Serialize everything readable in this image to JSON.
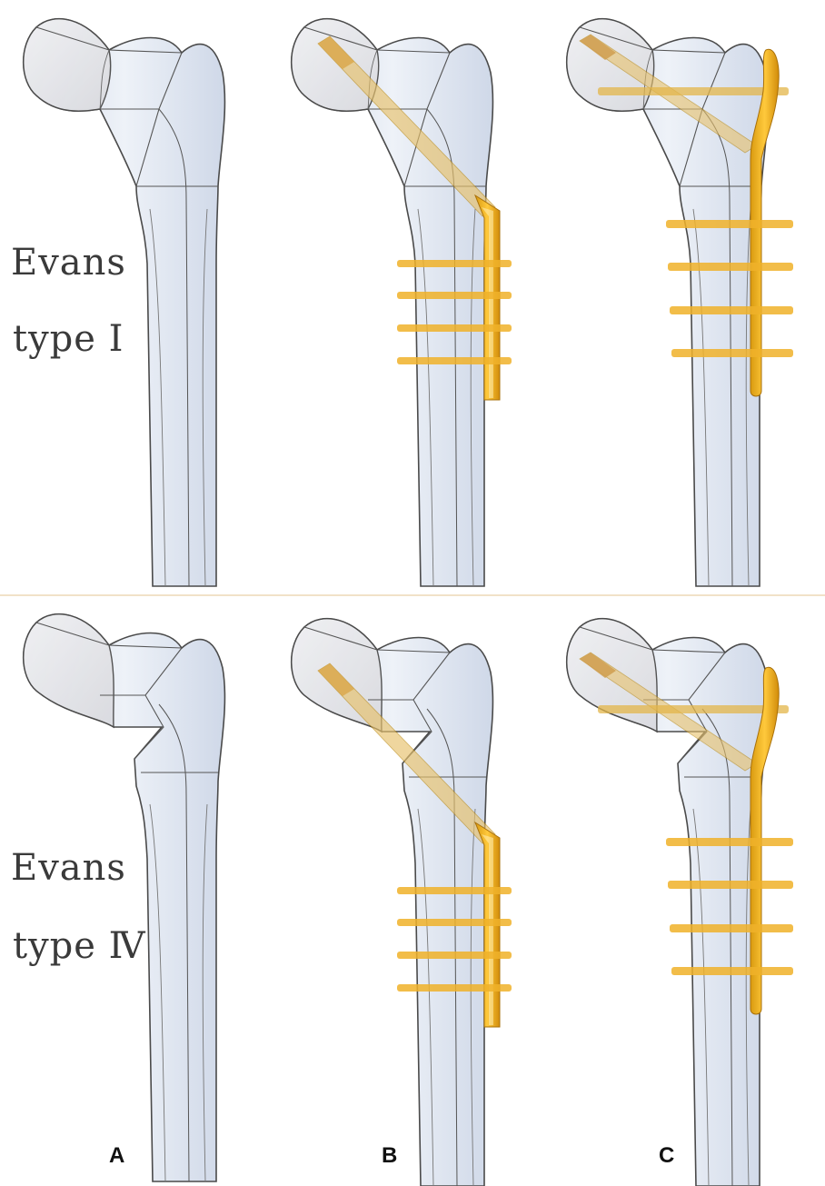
{
  "rows": [
    {
      "line1": "Evans",
      "line2": "type Ⅰ"
    },
    {
      "line1": "Evans",
      "line2": "type Ⅳ"
    }
  ],
  "columns": [
    "A",
    "B",
    "C"
  ],
  "colors": {
    "bone": "#dfe6f1",
    "head": "#e9e9ec",
    "outline": "#4a4a4a",
    "implant": "#f2b11f",
    "implant_dark": "#c98a08",
    "screw_translucent": "#e9c983"
  }
}
